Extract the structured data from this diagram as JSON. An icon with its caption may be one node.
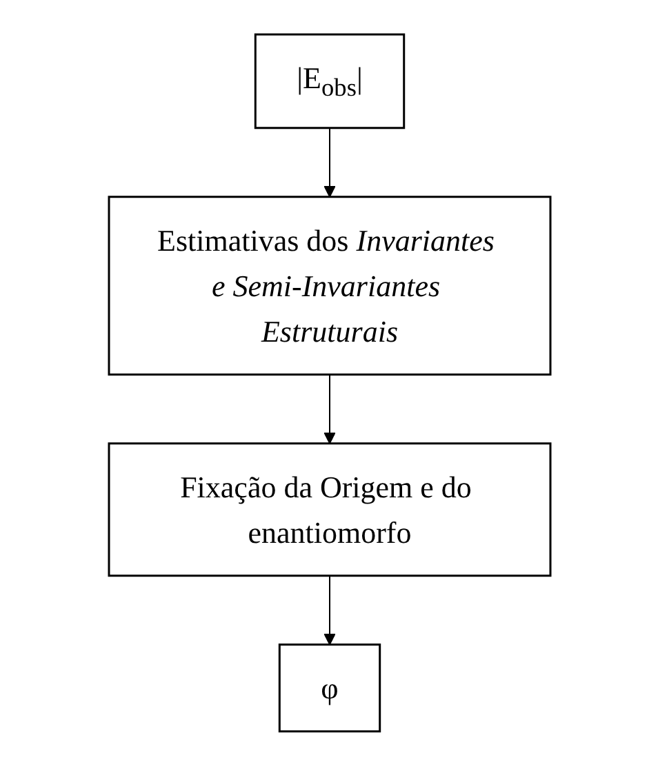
{
  "diagram": {
    "nodes": [
      {
        "text": [
          "|E$_{obs}$|"
        ]
      },
      {
        "text": [
          "Estimativas dos *Invariantes e Semi-Invariantes Estruturais*"
        ]
      },
      {
        "text": [
          "Fixação da Origem e do enantiomorfo"
        ]
      },
      {
        "text": [
          "φ"
        ]
      }
    ],
    "edges": [
      {
        "from": 0,
        "to": 1,
        "arrow": "to"
      },
      {
        "from": 1,
        "to": 2,
        "arrow": "to"
      },
      {
        "from": 2,
        "to": 3,
        "arrow": "to"
      }
    ]
  }
}
